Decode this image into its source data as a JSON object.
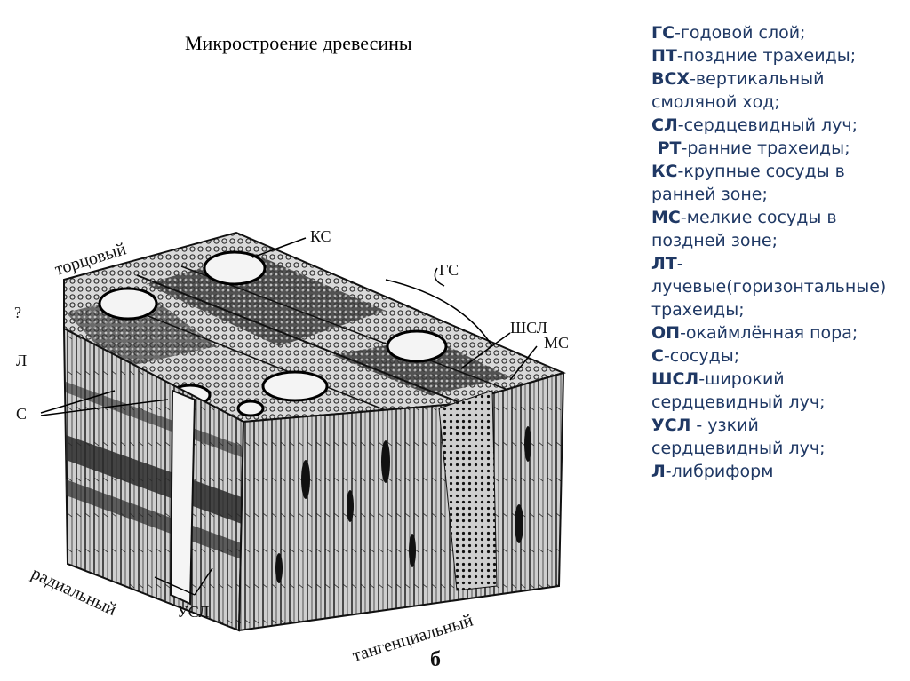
{
  "title": "Микростроение древесины",
  "figure": {
    "labels": {
      "face_top": "торцовый",
      "face_left": "радиальный",
      "face_right": "тангенциальный",
      "ks": "КС",
      "gs": "ГС",
      "shsl": "ШСЛ",
      "ms": "МС",
      "usl": "УСЛ",
      "partial_left_1": "?",
      "partial_left_2": "Л",
      "partial_left_3": "С",
      "panel_letter": "б"
    }
  },
  "legend": [
    {
      "abbr": "ГС",
      "text": "-годовой слой;"
    },
    {
      "abbr": "ПТ",
      "text": "-поздние трахеиды;"
    },
    {
      "abbr": "ВСХ",
      "text": "-вертикальный смоляной ход;"
    },
    {
      "abbr": "СЛ",
      "text": "-сердцевидный луч;"
    },
    {
      "abbr": " РТ",
      "text": "-ранние трахеиды;"
    },
    {
      "abbr": "КС",
      "text": "-крупные сосуды в ранней зоне;"
    },
    {
      "abbr": "МС",
      "text": "-мелкие сосуды в поздней зоне;"
    },
    {
      "abbr": "ЛТ",
      "text": "-лучевые(горизонтальные) трахеиды;"
    },
    {
      "abbr": "ОП",
      "text": "-окаймлённая пора;"
    },
    {
      "abbr": "С",
      "text": "-сосуды;"
    },
    {
      "abbr": "ШСЛ",
      "text": "-широкий сердцевидный луч;"
    },
    {
      "abbr": "УСЛ",
      "text": " - узкий сердцевидный луч;"
    },
    {
      "abbr": "Л",
      "text": "-либриформ"
    }
  ]
}
